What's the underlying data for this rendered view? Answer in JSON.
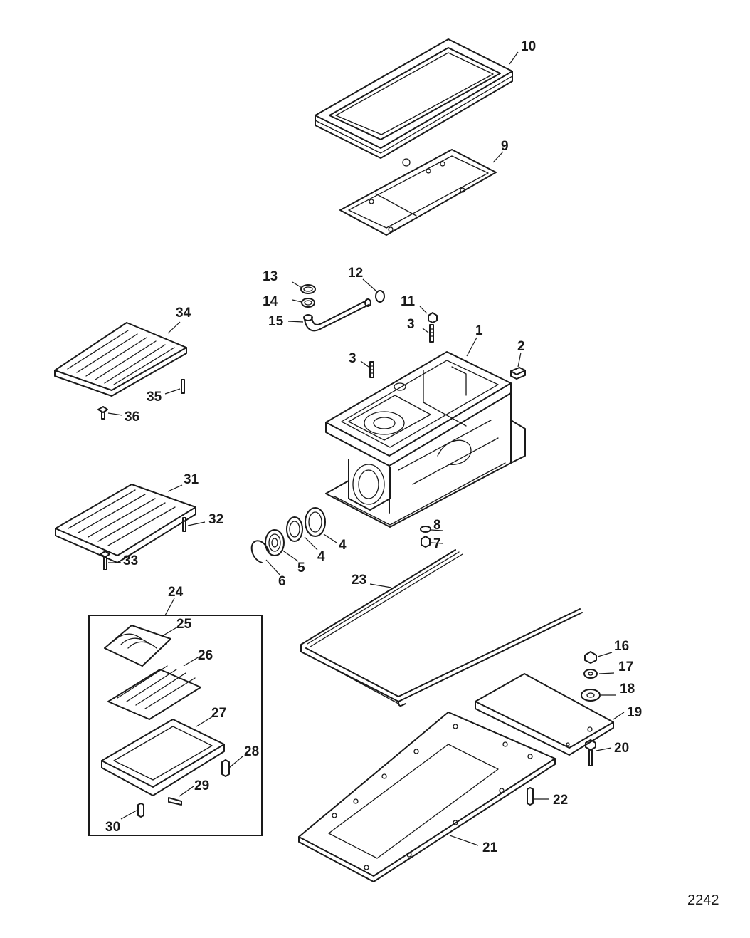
{
  "figure_number": "2242",
  "callouts": {
    "c1": "1",
    "c2": "2",
    "c3a": "3",
    "c3b": "3",
    "c4a": "4",
    "c4b": "4",
    "c5": "5",
    "c6": "6",
    "c7": "7",
    "c8": "8",
    "c9": "9",
    "c10": "10",
    "c11": "11",
    "c12": "12",
    "c13": "13",
    "c14": "14",
    "c15": "15",
    "c16": "16",
    "c17": "17",
    "c18": "18",
    "c19": "19",
    "c20": "20",
    "c21": "21",
    "c22": "22",
    "c23": "23",
    "c24": "24",
    "c25": "25",
    "c26": "26",
    "c27": "27",
    "c28": "28",
    "c29": "29",
    "c30": "30",
    "c31": "31",
    "c32": "32",
    "c33": "33",
    "c34": "34",
    "c35": "35",
    "c36": "36"
  }
}
